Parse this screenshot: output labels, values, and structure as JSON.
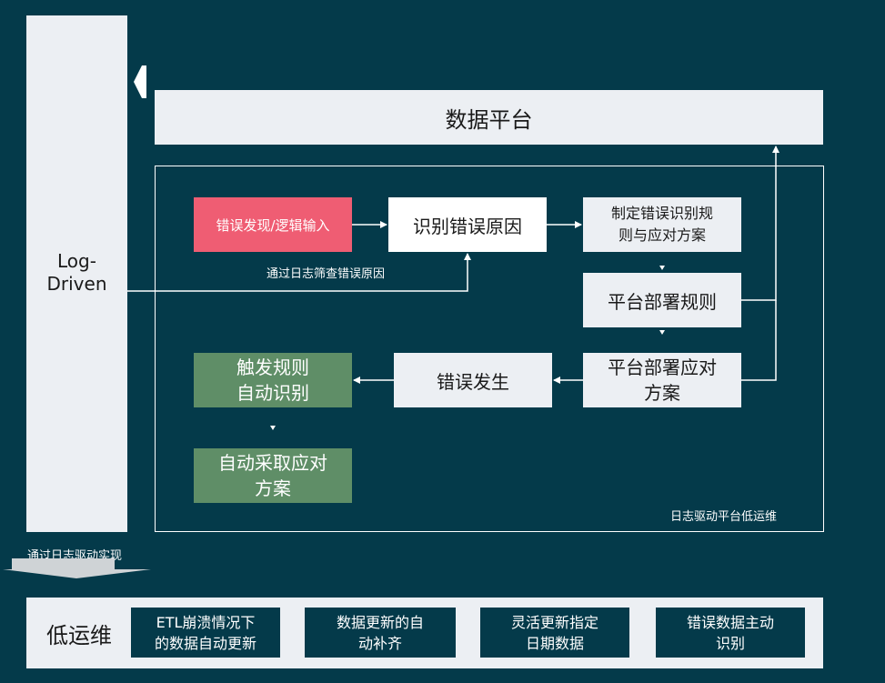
{
  "left_column": {
    "label_line1": "Log-",
    "label_line2": "Driven"
  },
  "platform": {
    "label": "数据平台"
  },
  "inner_box": {
    "caption": "日志驱动平台低运维"
  },
  "nodes": {
    "error_input": "错误发现/逻辑输入",
    "identify_cause": "识别错误原因",
    "make_rules_line1": "制定错误识别规",
    "make_rules_line2": "则与应对方案",
    "deploy_rules": "平台部署规则",
    "deploy_plan_line1": "平台部署应对",
    "deploy_plan_line2": "方案",
    "error_occurs": "错误发生",
    "trigger_line1": "触发规则",
    "trigger_line2": "自动识别",
    "auto_action_line1": "自动采取应对",
    "auto_action_line2": "方案"
  },
  "log_filter_label": "通过日志筛查错误原因",
  "implement_label": "通过日志驱动实现",
  "bottom": {
    "title": "低运维",
    "items": [
      {
        "line1": "ETL崩溃情况下",
        "line2": "的数据自动更新"
      },
      {
        "line1": "数据更新的自",
        "line2": "动补齐"
      },
      {
        "line1": "灵活更新指定",
        "line2": "日期数据"
      },
      {
        "line1": "错误数据主动",
        "line2": "识别"
      }
    ]
  },
  "colors": {
    "background": "#043a4a",
    "light_box": "#eceff3",
    "pink": "#ef5d73",
    "green": "#5f8e67"
  }
}
